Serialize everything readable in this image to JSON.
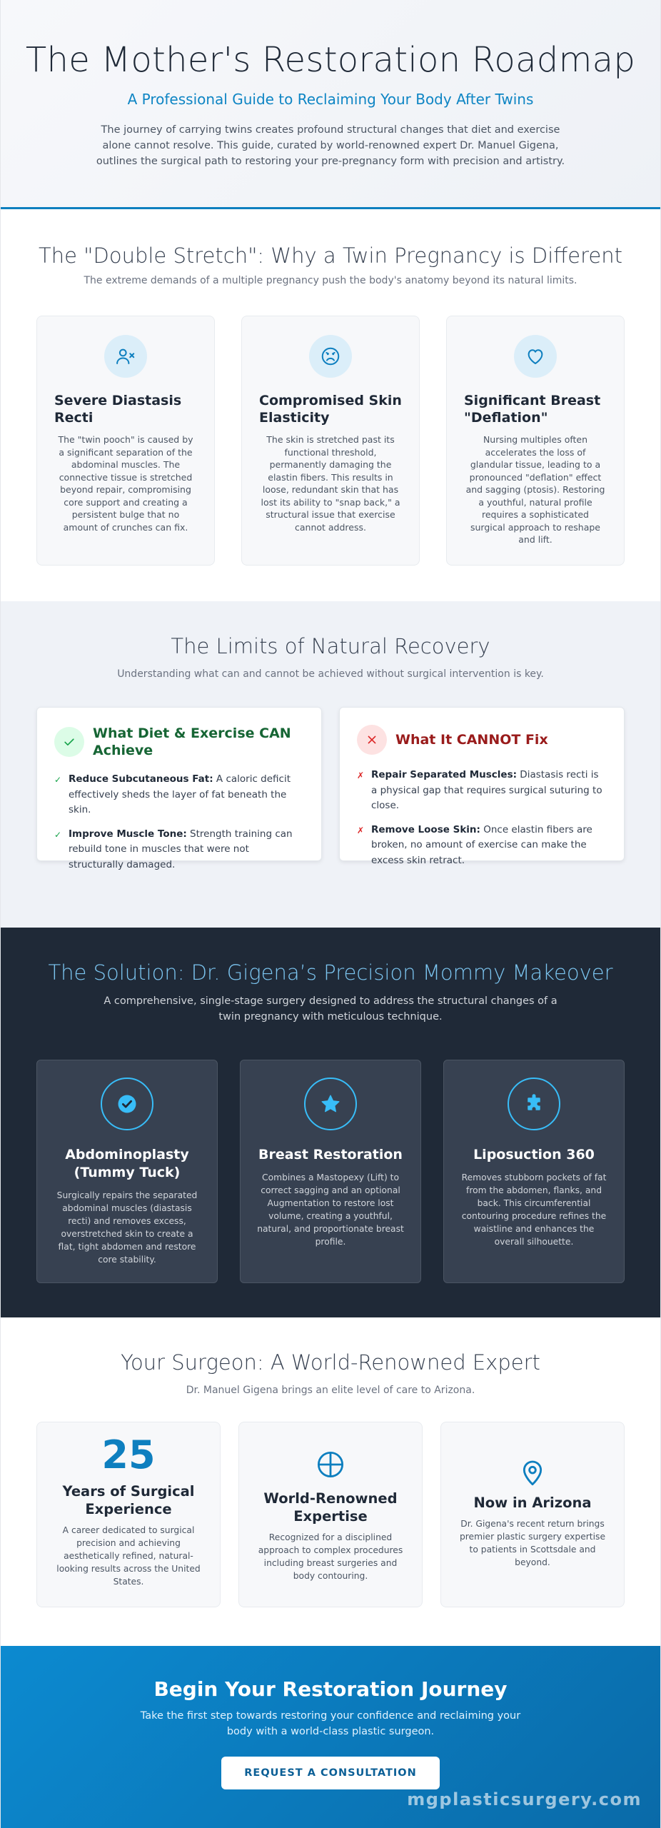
{
  "hero": {
    "title": "The Mother's Restoration Roadmap",
    "subtitle": "A Professional Guide to Reclaiming Your Body After Twins",
    "intro": "The journey of carrying twins creates profound structural changes that diet and exercise alone cannot resolve. This guide, curated by world-renowned expert Dr. Manuel Gigena, outlines the surgical path to restoring your pre-pregnancy form with precision and artistry."
  },
  "stretch": {
    "title": "The \"Double Stretch\": Why a Twin Pregnancy is Different",
    "subtitle": "The extreme demands of a multiple pregnancy push the body's anatomy beyond its natural limits.",
    "cards": [
      {
        "icon": "user-x-icon",
        "title": "Severe Diastasis Recti",
        "text": "The \"twin pooch\" is caused by a significant separation of the abdominal muscles. The connective tissue is stretched beyond repair, compromising core support and creating a persistent bulge that no amount of crunches can fix."
      },
      {
        "icon": "frown-icon",
        "title": "Compromised Skin Elasticity",
        "text": "The skin is stretched past its functional threshold, permanently damaging the elastin fibers. This results in loose, redundant skin that has lost its ability to \"snap back,\" a structural issue that exercise cannot address."
      },
      {
        "icon": "heart-icon",
        "title": "Significant Breast \"Deflation\"",
        "text": "Nursing multiples often accelerates the loss of glandular tissue, leading to a pronounced \"deflation\" effect and sagging (ptosis). Restoring a youthful, natural profile requires a sophisticated surgical approach to reshape and lift."
      }
    ]
  },
  "limits": {
    "title": "The Limits of Natural Recovery",
    "subtitle": "Understanding what can and cannot be achieved without surgical intervention is key.",
    "can": {
      "title": "What Diet & Exercise CAN Achieve",
      "mark": "✓",
      "items": [
        {
          "bold": "Reduce Subcutaneous Fat:",
          "text": " A caloric deficit effectively sheds the layer of fat beneath the skin."
        },
        {
          "bold": "Improve Muscle Tone:",
          "text": " Strength training can rebuild tone in muscles that were not structurally damaged."
        }
      ]
    },
    "cannot": {
      "title": "What It CANNOT Fix",
      "mark": "✗",
      "items": [
        {
          "bold": "Repair Separated Muscles:",
          "text": " Diastasis recti is a physical gap that requires surgical suturing to close."
        },
        {
          "bold": "Remove Loose Skin:",
          "text": " Once elastin fibers are broken, no amount of exercise can make the excess skin retract."
        }
      ]
    }
  },
  "solution": {
    "title": "The Solution: Dr. Gigena’s Precision Mommy Makeover",
    "subtitle": "A comprehensive, single-stage surgery designed to address the structural changes of a twin pregnancy with meticulous technique.",
    "cards": [
      {
        "icon": "check-circle-icon",
        "title": "Abdominoplasty (Tummy Tuck)",
        "text": "Surgically repairs the separated abdominal muscles (diastasis recti) and removes excess, overstretched skin to create a flat, tight abdomen and restore core stability."
      },
      {
        "icon": "star-icon",
        "title": "Breast Restoration",
        "text": "Combines a Mastopexy (Lift) to correct sagging and an optional Augmentation to restore lost volume, creating a youthful, natural, and proportionate breast profile."
      },
      {
        "icon": "puzzle-icon",
        "title": "Liposuction 360",
        "text": "Removes stubborn pockets of fat from the abdomen, flanks, and back. This circumferential contouring procedure refines the waistline and enhances the overall silhouette."
      }
    ]
  },
  "surgeon": {
    "title": "Your Surgeon: A World-Renowned Expert",
    "subtitle": "Dr. Manuel Gigena brings an elite level of care to Arizona.",
    "cards": [
      {
        "stat": "25",
        "title": "Years of Surgical Experience",
        "text": "A career dedicated to surgical precision and achieving aesthetically refined, natural-looking results across the United States."
      },
      {
        "icon": "crosshair-icon",
        "title": "World-Renowned Expertise",
        "text": "Recognized for a disciplined approach to complex procedures including breast surgeries and body contouring."
      },
      {
        "icon": "map-pin-icon",
        "title": "Now in Arizona",
        "text": "Dr. Gigena's recent return brings premier plastic surgery expertise to patients in Scottsdale and beyond."
      }
    ]
  },
  "cta": {
    "title": "Begin Your Restoration Journey",
    "text": "Take the first step towards restoring your confidence and reclaiming your body with a world-class plastic surgeon.",
    "button": "REQUEST A CONSULTATION",
    "watermark": "mgplasticsurgery.com"
  },
  "colors": {
    "accent": "#0e7fbf",
    "dark": "#1f2937",
    "success": "#16a34a",
    "danger": "#dc2626",
    "sky": "#38bdf8"
  }
}
